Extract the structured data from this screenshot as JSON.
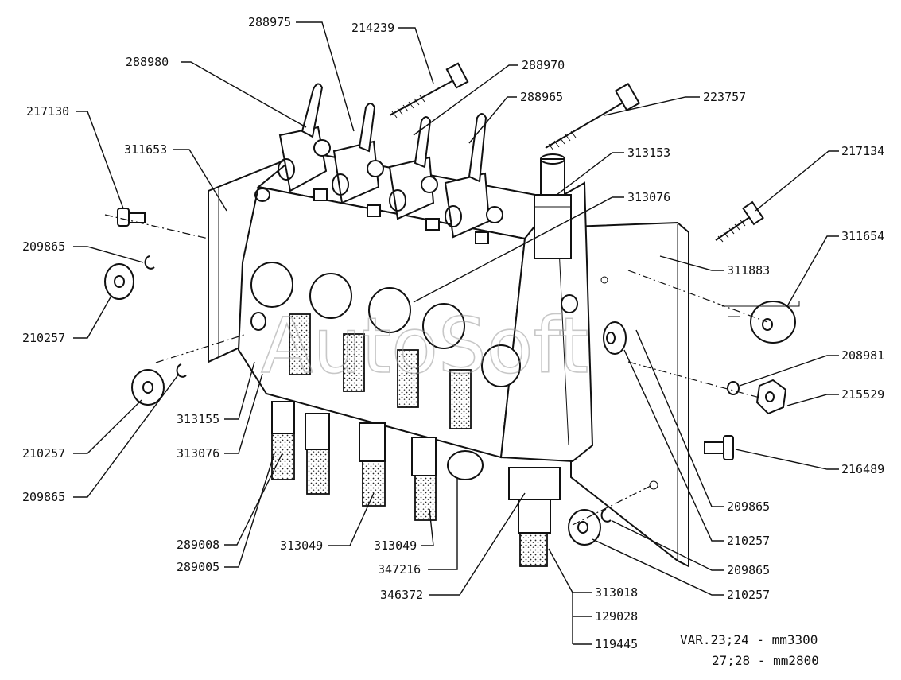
{
  "watermark": "AutoSoft",
  "labels": {
    "l288975": "288975",
    "l214239": "214239",
    "l288980": "288980",
    "l288970": "288970",
    "l288965": "288965",
    "l223757": "223757",
    "l217130": "217130",
    "l311653": "311653",
    "l313153": "313153",
    "l217134": "217134",
    "l313076a": "313076",
    "l311883": "311883",
    "l311654": "311654",
    "l209865a": "209865",
    "l210257a": "210257",
    "l208981": "208981",
    "l215529": "215529",
    "l313155": "313155",
    "l313076b": "313076",
    "l210257b": "210257",
    "l209865b": "209865",
    "l216489": "216489",
    "l209865c": "209865",
    "l210257c": "210257",
    "l289008": "289008",
    "l289005": "289005",
    "l313049a": "313049",
    "l313049b": "313049",
    "l347216": "347216",
    "l346372": "346372",
    "l209865d": "209865",
    "l210257d": "210257",
    "l313018": "313018",
    "l129028": "129028",
    "l119445": "119445"
  },
  "note": {
    "line1": "VAR.23;24 - mm3300",
    "line2": "27;28 - mm2800"
  }
}
